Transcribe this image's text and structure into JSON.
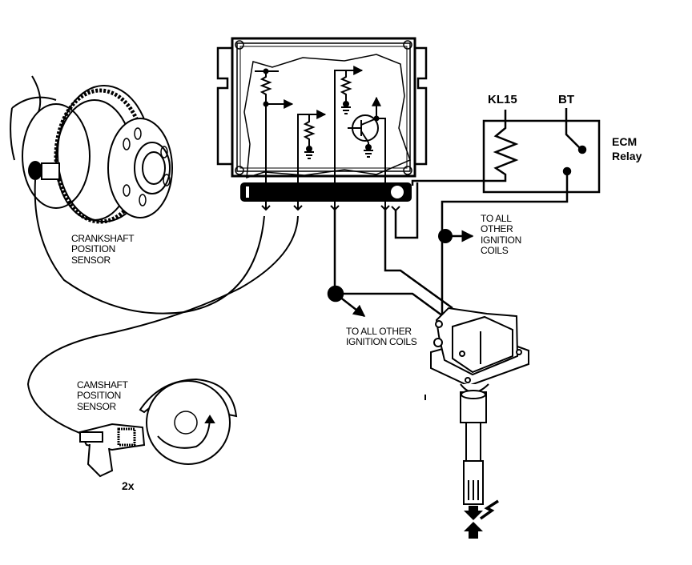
{
  "diagram": {
    "type": "ignition system wiring schematic",
    "colors": {
      "ink": "#000000",
      "background": "#ffffff"
    },
    "components": {
      "crankshaft_sensor": {
        "label": "CRANKSHAFT\nPOSITION\nSENSOR"
      },
      "camshaft_sensor": {
        "label": "CAMSHAFT\nPOSITION\nSENSOR",
        "quantity": "2x"
      },
      "ecm": {
        "name": "Engine Control Module"
      },
      "relay": {
        "label": "ECM\nRelay",
        "terminal_left": "KL15",
        "terminal_right": "BT"
      },
      "coil": {
        "name": "Ignition coil with spark plug connector"
      }
    },
    "annotations": {
      "relay_branch": "TO ALL\nOTHER\nIGNITION\nCOILS",
      "ecm_branch": "TO ALL OTHER\nIGNITION COILS"
    }
  }
}
